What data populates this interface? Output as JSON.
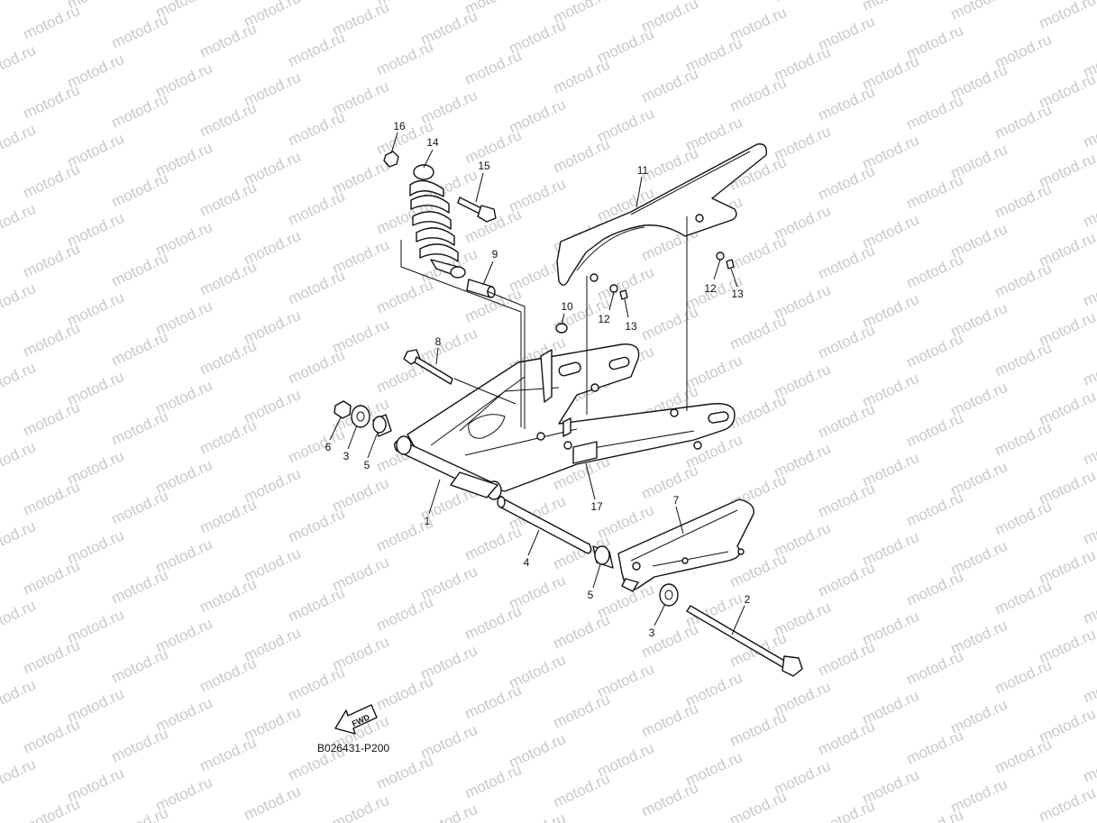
{
  "watermark": "motod.ru",
  "diagram_code": "B026431-P200",
  "fwd_label": "FWD",
  "callouts": {
    "p1": "1",
    "p2": "2",
    "p3a": "3",
    "p3b": "3",
    "p4": "4",
    "p5a": "5",
    "p5b": "5",
    "p6": "6",
    "p7": "7",
    "p8": "8",
    "p9": "9",
    "p10": "10",
    "p11": "11",
    "p12a": "12",
    "p12b": "12",
    "p13a": "13",
    "p13b": "13",
    "p14": "14",
    "p15": "15",
    "p16": "16",
    "p17": "17"
  }
}
